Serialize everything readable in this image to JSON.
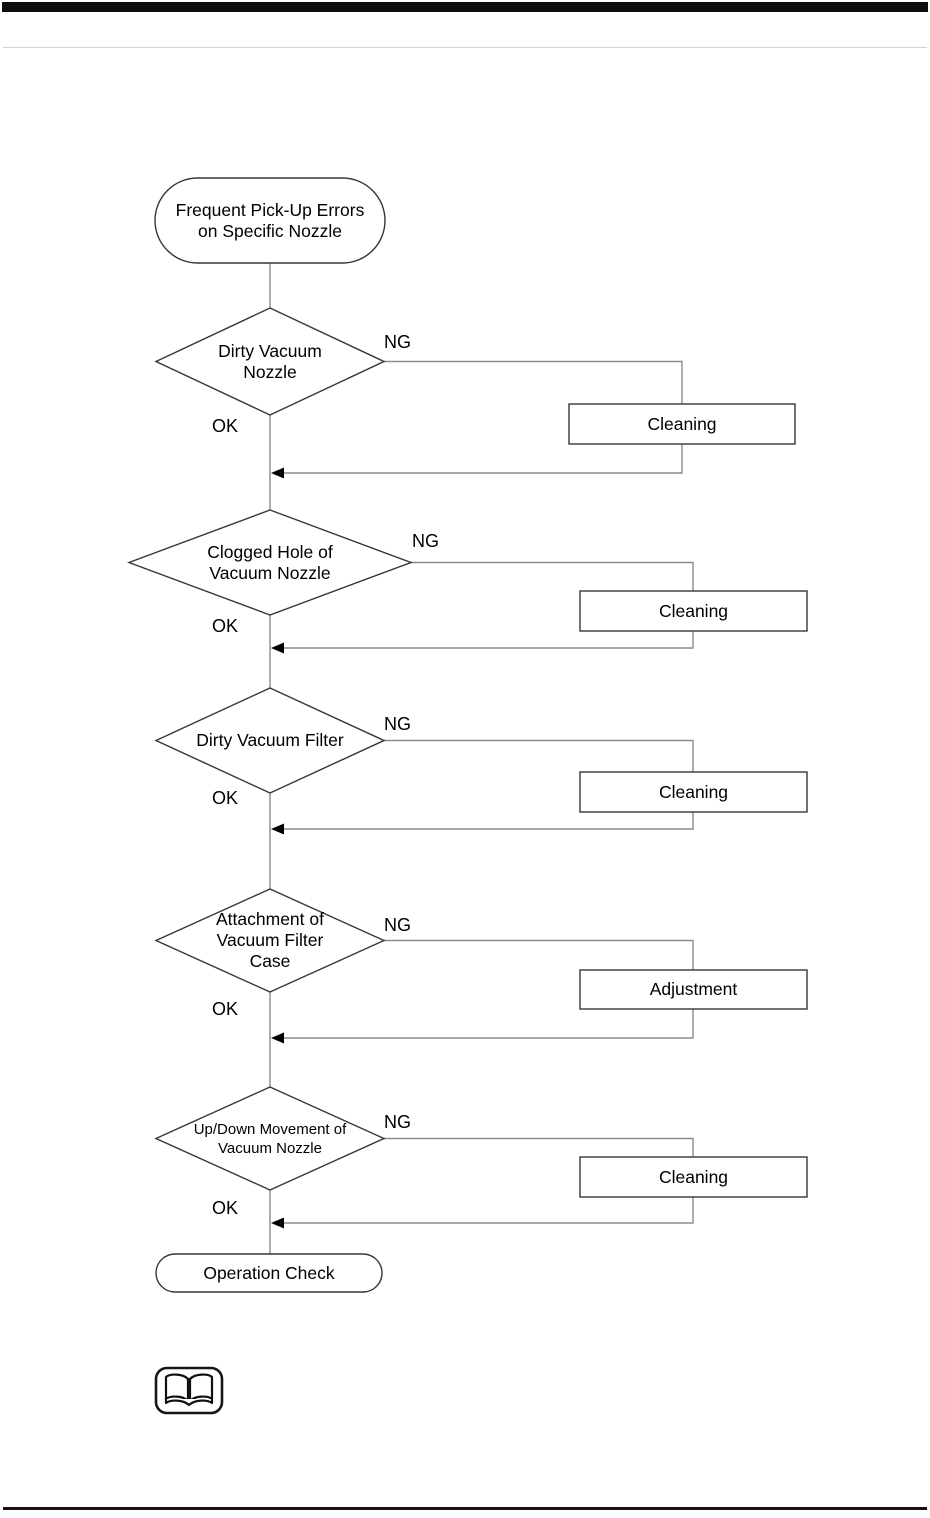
{
  "colors": {
    "page_bg": "#ffffff",
    "top_bar": "#0d0d0d",
    "header_rule": "#d2d2d2",
    "footer_rule": "#141414",
    "connector_line": "#8c8c8c",
    "shape_outline": "#363636",
    "arrow": "#000000",
    "text": "#000000"
  },
  "flowchart": {
    "start": {
      "lines": [
        "Frequent Pick-Up Errors",
        "on Specific Nozzle"
      ]
    },
    "decisions": [
      {
        "lines": [
          "Dirty Vacuum",
          "Nozzle"
        ],
        "ng": "NG",
        "ok": "OK",
        "action": "Cleaning"
      },
      {
        "lines": [
          "Clogged Hole of",
          "Vacuum Nozzle"
        ],
        "ng": "NG",
        "ok": "OK",
        "action": "Cleaning"
      },
      {
        "lines": [
          "Dirty Vacuum Filter"
        ],
        "ng": "NG",
        "ok": "OK",
        "action": "Cleaning"
      },
      {
        "lines": [
          "Attachment of",
          "Vacuum Filter",
          "Case"
        ],
        "ng": "NG",
        "ok": "OK",
        "action": "Adjustment"
      },
      {
        "lines": [
          "Up/Down Movement of",
          "Vacuum Nozzle"
        ],
        "ng": "NG",
        "ok": "OK",
        "action": "Cleaning"
      }
    ],
    "end": {
      "label": "Operation Check"
    },
    "note_icon": "open-book"
  }
}
